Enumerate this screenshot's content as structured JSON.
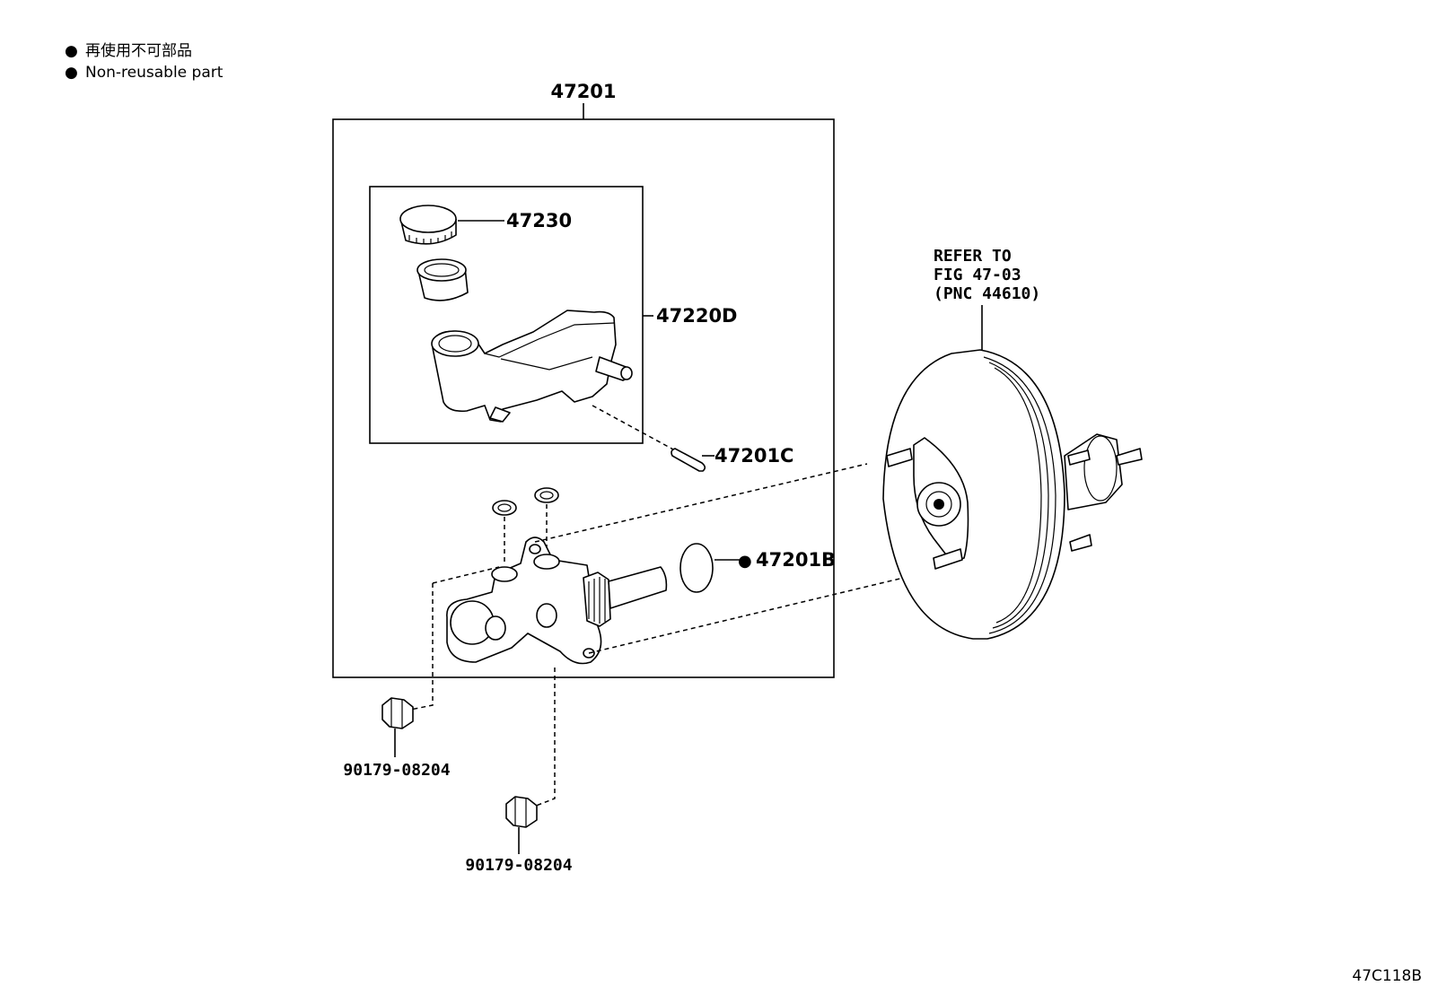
{
  "legend": {
    "items": [
      {
        "symbol": "●",
        "text": "再使用不可部品"
      },
      {
        "symbol": "●",
        "text": "Non-reusable part"
      }
    ]
  },
  "labels": {
    "assembly": "47201",
    "cap": "47230",
    "reservoir": "47220D",
    "pin": "47201C",
    "oring": "47201B",
    "oring_marker": "●",
    "nut_1": "90179-08204",
    "nut_2": "90179-08204",
    "refer_line1": "REFER TO",
    "refer_line2": "FIG 47-03",
    "refer_line3": "(PNC 44610)"
  },
  "figure_code": "47C118B"
}
